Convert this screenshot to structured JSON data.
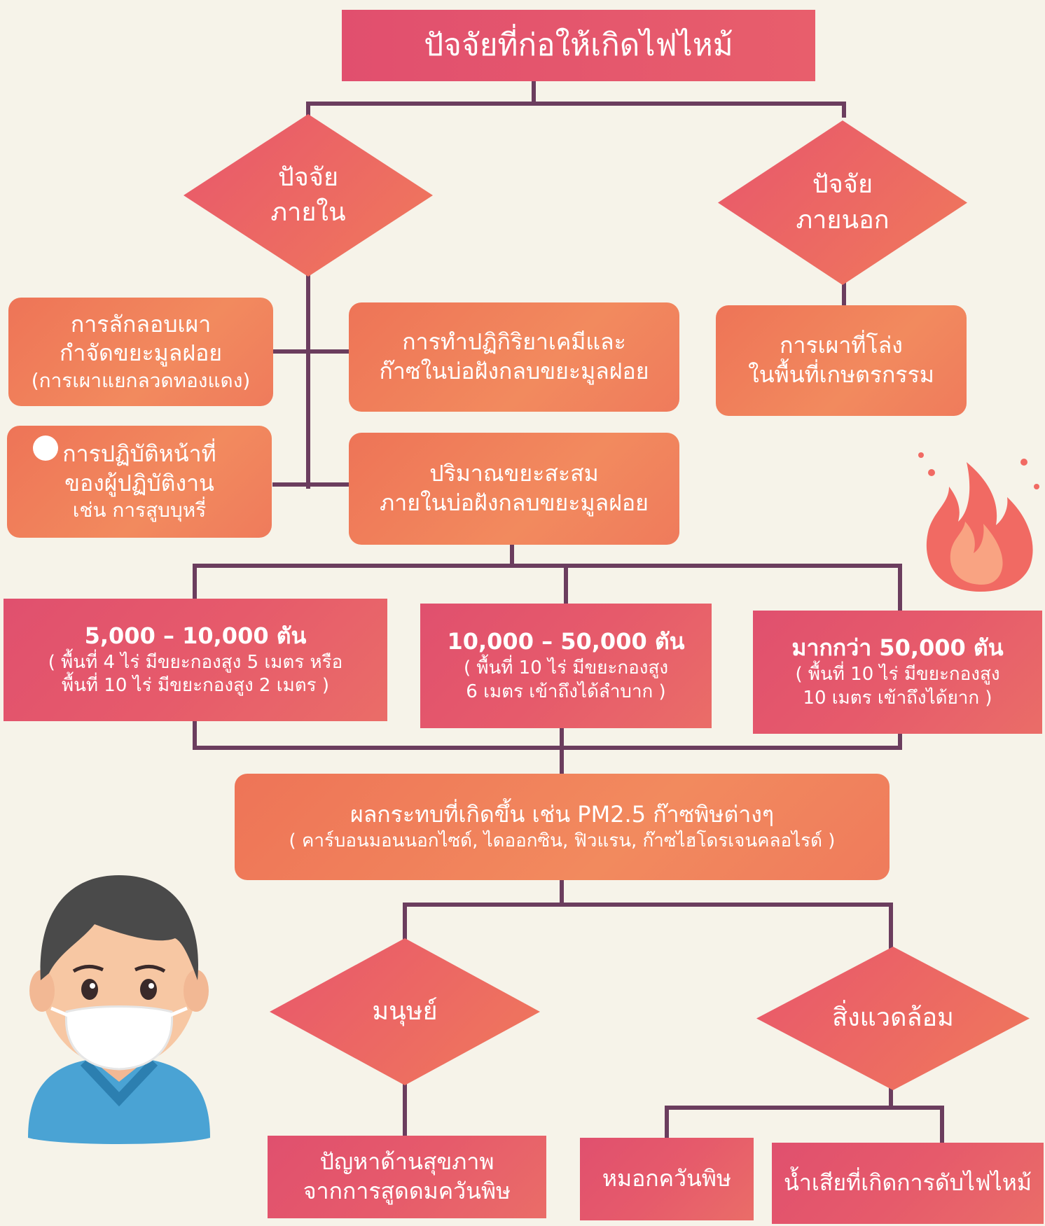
{
  "title": "ปัจจัยที่ก่อให้เกิดไฟไหม้",
  "internal": {
    "line1": "ปัจจัย",
    "line2": "ภายใน"
  },
  "external": {
    "line1": "ปัจจัย",
    "line2": "ภายนอก"
  },
  "causes": {
    "illegal_burning": {
      "line1": "การลักลอบเผา",
      "line2": "กำจัดขยะมูลฝอย",
      "line3": "(การเผาแยกลวดทองแดง)"
    },
    "chemical_reaction": {
      "line1": "การทำปฏิกิริยาเคมีและ",
      "line2": "ก๊าซในบ่อฝังกลบขยะมูลฝอย"
    },
    "agricultural_burning": {
      "line1": "การเผาที่โล่ง",
      "line2": "ในพื้นที่เกษตรกรรม"
    },
    "worker_duties": {
      "line1": "การปฏิบัติหน้าที่",
      "line2": "ของผู้ปฏิบัติงาน",
      "line3": "เช่น การสูบบุหรี่"
    },
    "waste_accumulation": {
      "line1": "ปริมาณขยะสะสม",
      "line2": "ภายในบ่อฝังกลบขยะมูลฝอย"
    }
  },
  "tiers": [
    {
      "line1": "5,000 – 10,000 ตัน",
      "line2": "( พื้นที่ 4 ไร่ มีขยะกองสูง 5 เมตร หรือ",
      "line3": "พื้นที่ 10 ไร่ มีขยะกองสูง 2 เมตร )"
    },
    {
      "line1": "10,000 – 50,000 ตัน",
      "line2": "( พื้นที่ 10 ไร่ มีขยะกองสูง",
      "line3": "6 เมตร เข้าถึงได้ลำบาก )"
    },
    {
      "line1": "มากกว่า 50,000 ตัน",
      "line2": "( พื้นที่ 10 ไร่ มีขยะกองสูง",
      "line3": "10 เมตร เข้าถึงได้ยาก )"
    }
  ],
  "impact": {
    "line1": "ผลกระทบที่เกิดขึ้น เช่น PM2.5 ก๊าซพิษต่างๆ",
    "line2": "( คาร์บอนมอนนอกไซด์, ไดออกซิน, ฟิวแรน, ก๊าซไฮโดรเจนคลอไรด์ )"
  },
  "human": "มนุษย์",
  "environment": "สิ่งแวดล้อม",
  "health": {
    "line1": "ปัญหาด้านสุขภาพ",
    "line2": "จากการสูดดมควันพิษ"
  },
  "toxic_smoke": "หมอกควันพิษ",
  "wastewater": "น้ำเสียที่เกิดการดับไฟไหม้",
  "colors": {
    "background": "#f6f3e9",
    "pink": "#e14f6e",
    "orange": "#f07a5b",
    "line": "#6b3d5e"
  },
  "icons": [
    "fire-icon",
    "masked-person-illustration"
  ]
}
